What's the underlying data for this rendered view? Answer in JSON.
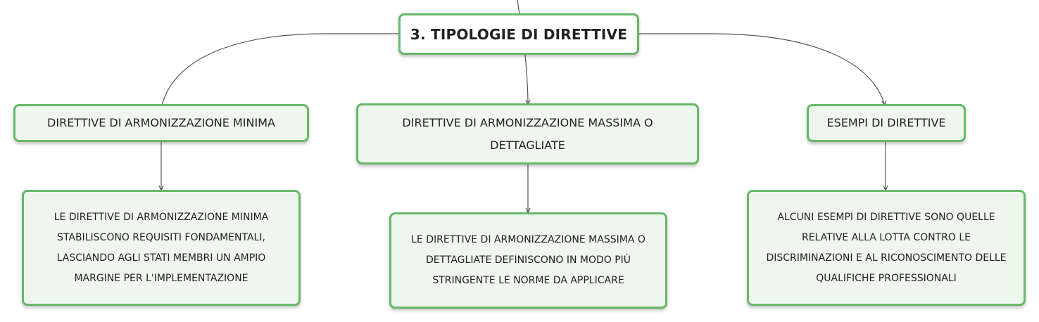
{
  "mindmap": {
    "central": {
      "label": "3. TIPOLOGIE DI DIRETTIVE"
    },
    "branches": [
      {
        "label": "DIRETTIVE DI ARMONIZZAZIONE MINIMA",
        "detail": "LE DIRETTIVE DI ARMONIZZAZIONE MINIMA STABILISCONO REQUISITI FONDAMENTALI, LASCIANDO AGLI STATI MEMBRI UN AMPIO MARGINE PER L'IMPLEMENTAZIONE"
      },
      {
        "label": "DIRETTIVE DI ARMONIZZAZIONE MASSIMA O DETTAGLIATE",
        "detail": "LE DIRETTIVE DI ARMONIZZAZIONE MASSIMA O DETTAGLIATE DEFINISCONO IN MODO PIÙ STRINGENTE LE NORME DA APPLICARE"
      },
      {
        "label": "ESEMPI DI DIRETTIVE",
        "detail": "ALCUNI ESEMPI DI DIRETTIVE SONO QUELLE RELATIVE ALLA LOTTA CONTRO LE DISCRIMINAZIONI E AL RICONOSCIMENTO DELLE QUALIFICHE PROFESSIONALI"
      }
    ]
  },
  "colors": {
    "node_border": "#67b86a",
    "node_fill": "#eef7ee",
    "central_fill": "#ffffff",
    "connector": "#555555",
    "text": "#222222"
  }
}
